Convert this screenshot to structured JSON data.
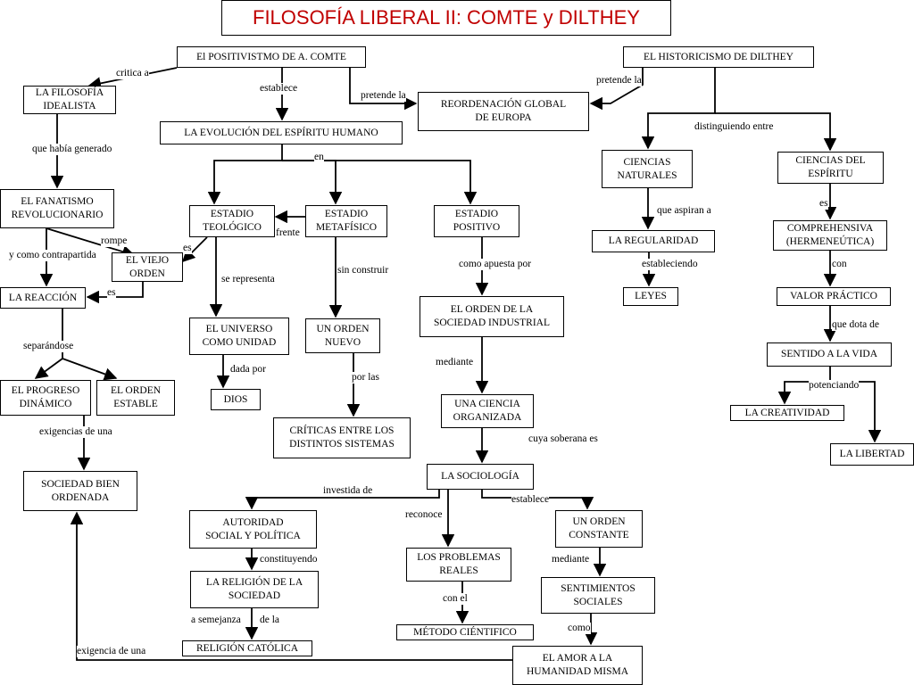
{
  "title": "FILOSOFÍA LIBERAL II: COMTE y DILTHEY",
  "colors": {
    "title": "#c00000",
    "line": "#000000"
  },
  "nodes": {
    "positivismo": "El POSITIVISTMO DE A. COMTE",
    "historicismo": "EL HISTORICISMO DE DILTHEY",
    "filosofia_idealista": "LA FILOSOFÍA\nIDEALISTA",
    "reordenacion": "REORDENACIÓN GLOBAL\nDE  EUROPA",
    "evolucion": "LA EVOLUCIÓN DEL ESPÍRITU HUMANO",
    "ciencias_naturales": "CIENCIAS\nNATURALES",
    "ciencias_espiritu": "CIENCIAS DEL\nESPÍRITU",
    "fanatismo": "EL FANATISMO\nREVOLUCIONARIO",
    "teologico": "ESTADIO\nTEOLÓGICO",
    "metafisico": "ESTADIO\nMETAFÍSICO",
    "positivo": "ESTADIO\nPOSITIVO",
    "regularidad": "LA REGULARIDAD",
    "comprensiva": "COMPREHENSIVA\n(HERMENEÚTICA)",
    "viejo_orden": "EL VIEJO\nORDEN",
    "reaccion": "LA REACCIÓN",
    "leyes": "LEYES",
    "valor_practico": "VALOR PRÁCTICO",
    "orden_sociedad": "EL ORDEN DE LA\nSOCIEDAD INDUSTRIAL",
    "universo": "EL UNIVERSO\nCOMO UNIDAD",
    "orden_nuevo": "UN ORDEN\nNUEVO",
    "sentido_vida": "SENTIDO A LA VIDA",
    "progreso": "EL PROGRESO\nDINÁMICO",
    "orden_estable": "EL ORDEN\nESTABLE",
    "dios": "DIOS",
    "ciencia_organizada": "UNA CIENCIA\nORGANIZADA",
    "creatividad": "LA CREATIVIDAD",
    "criticas": "CRÍTICAS ENTRE LOS\nDISTINTOS SISTEMAS",
    "libertad": "LA LIBERTAD",
    "sociedad_bien": "SOCIEDAD BIEN\nORDENADA",
    "sociologia": "LA SOCIOLOGÍA",
    "autoridad": "AUTORIDAD\nSOCIAL Y POLÍTICA",
    "orden_constante": "UN ORDEN\nCONSTANTE",
    "problemas": "LOS PROBLEMAS\nREALES",
    "religion_sociedad": "LA RELIGIÓN DE LA\nSOCIEDAD",
    "sentimientos": "SENTIMIENTOS\nSOCIALES",
    "metodo": "MÉTODO CIÉNTIFICO",
    "religion_catolica": "RELIGIÓN CATÓLICA",
    "amor": "EL AMOR A LA\nHUMANIDAD MISMA"
  },
  "labels": {
    "critica_a": "critica a",
    "establece": "establece",
    "pretende_la_1": "pretende la",
    "pretende_la_2": "pretende la",
    "distinguiendo": "distinguiendo entre",
    "que_habia": "que había generado",
    "en": "en",
    "es_1": "es",
    "que_aspiran": "que aspiran a",
    "rompe": "rompe",
    "contrapartida": "y como contrapartida",
    "es_2": "es",
    "frente": "frente",
    "como_apuesta": "como apuesta por",
    "estableciendo": "estableciendo",
    "con": "con",
    "sin_construir": "sin construir",
    "es_3": "es",
    "se_representa": "se representa",
    "que_dota": "que dota de",
    "separandose": "separándose",
    "mediante_1": "mediante",
    "dada_por": "dada por",
    "por_las": "por las",
    "potenciando": "potenciando",
    "exigencias": "exigencias de una",
    "cuya_soberana": "cuya soberana es",
    "investida": "investida de",
    "establece_2": "establece",
    "reconoce": "reconoce",
    "constituyendo": "constituyendo",
    "mediante_2": "mediante",
    "con_el": "con el",
    "a_semejanza": "a semejanza",
    "de_la": "de la",
    "como": "como",
    "exigencia": "exigencia de una"
  }
}
